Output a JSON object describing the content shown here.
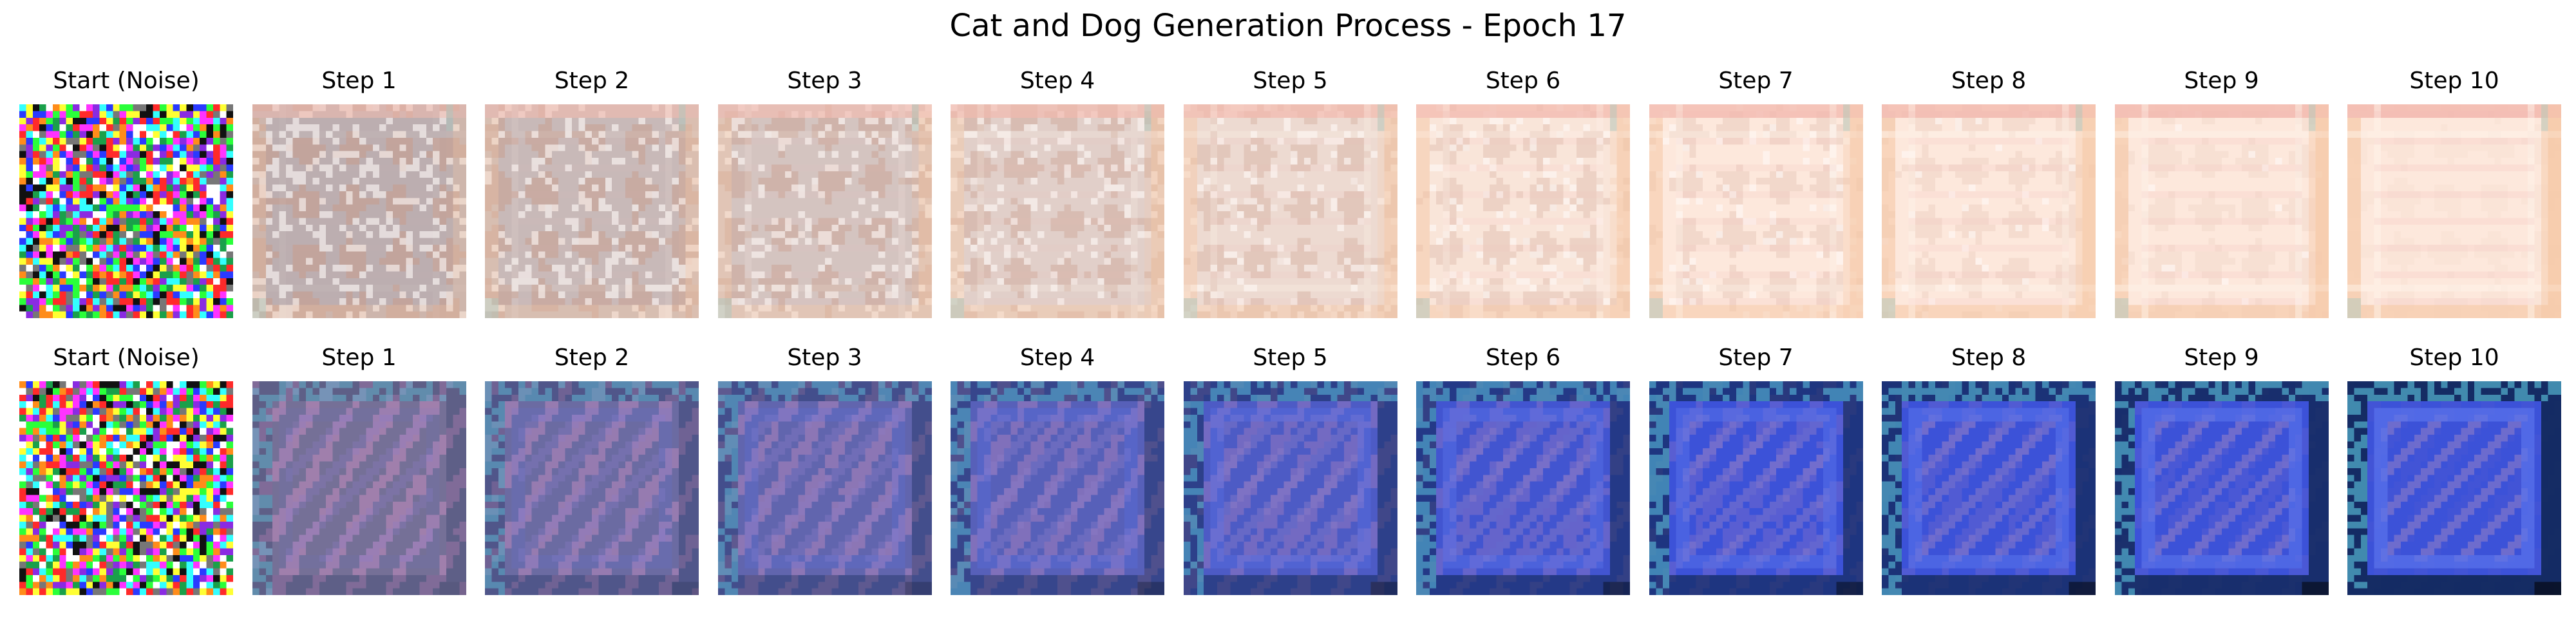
{
  "figure": {
    "title": "Cat and Dog Generation Process - Epoch 17"
  },
  "rows": [
    {
      "palette": {
        "base": "#fde8dc",
        "blotch": "#c89a88",
        "pink": "#f2b4b4",
        "peach": "#f6c7a4",
        "accent": "#a8c8c0"
      },
      "panels": [
        {
          "title": "Start (Noise)"
        },
        {
          "title": "Step 1"
        },
        {
          "title": "Step 2"
        },
        {
          "title": "Step 3"
        },
        {
          "title": "Step 4"
        },
        {
          "title": "Step 5"
        },
        {
          "title": "Step 6"
        },
        {
          "title": "Step 7"
        },
        {
          "title": "Step 8"
        },
        {
          "title": "Step 9"
        },
        {
          "title": "Step 10"
        }
      ]
    },
    {
      "palette": {
        "base": "#3c52d8",
        "frame": "#5a74ec",
        "edge": "#0e2550",
        "stripe": "#8c7cc8",
        "accent": "#66d8ec"
      },
      "panels": [
        {
          "title": "Start (Noise)"
        },
        {
          "title": "Step 1"
        },
        {
          "title": "Step 2"
        },
        {
          "title": "Step 3"
        },
        {
          "title": "Step 4"
        },
        {
          "title": "Step 5"
        },
        {
          "title": "Step 6"
        },
        {
          "title": "Step 7"
        },
        {
          "title": "Step 8"
        },
        {
          "title": "Step 9"
        },
        {
          "title": "Step 10"
        }
      ]
    }
  ]
}
